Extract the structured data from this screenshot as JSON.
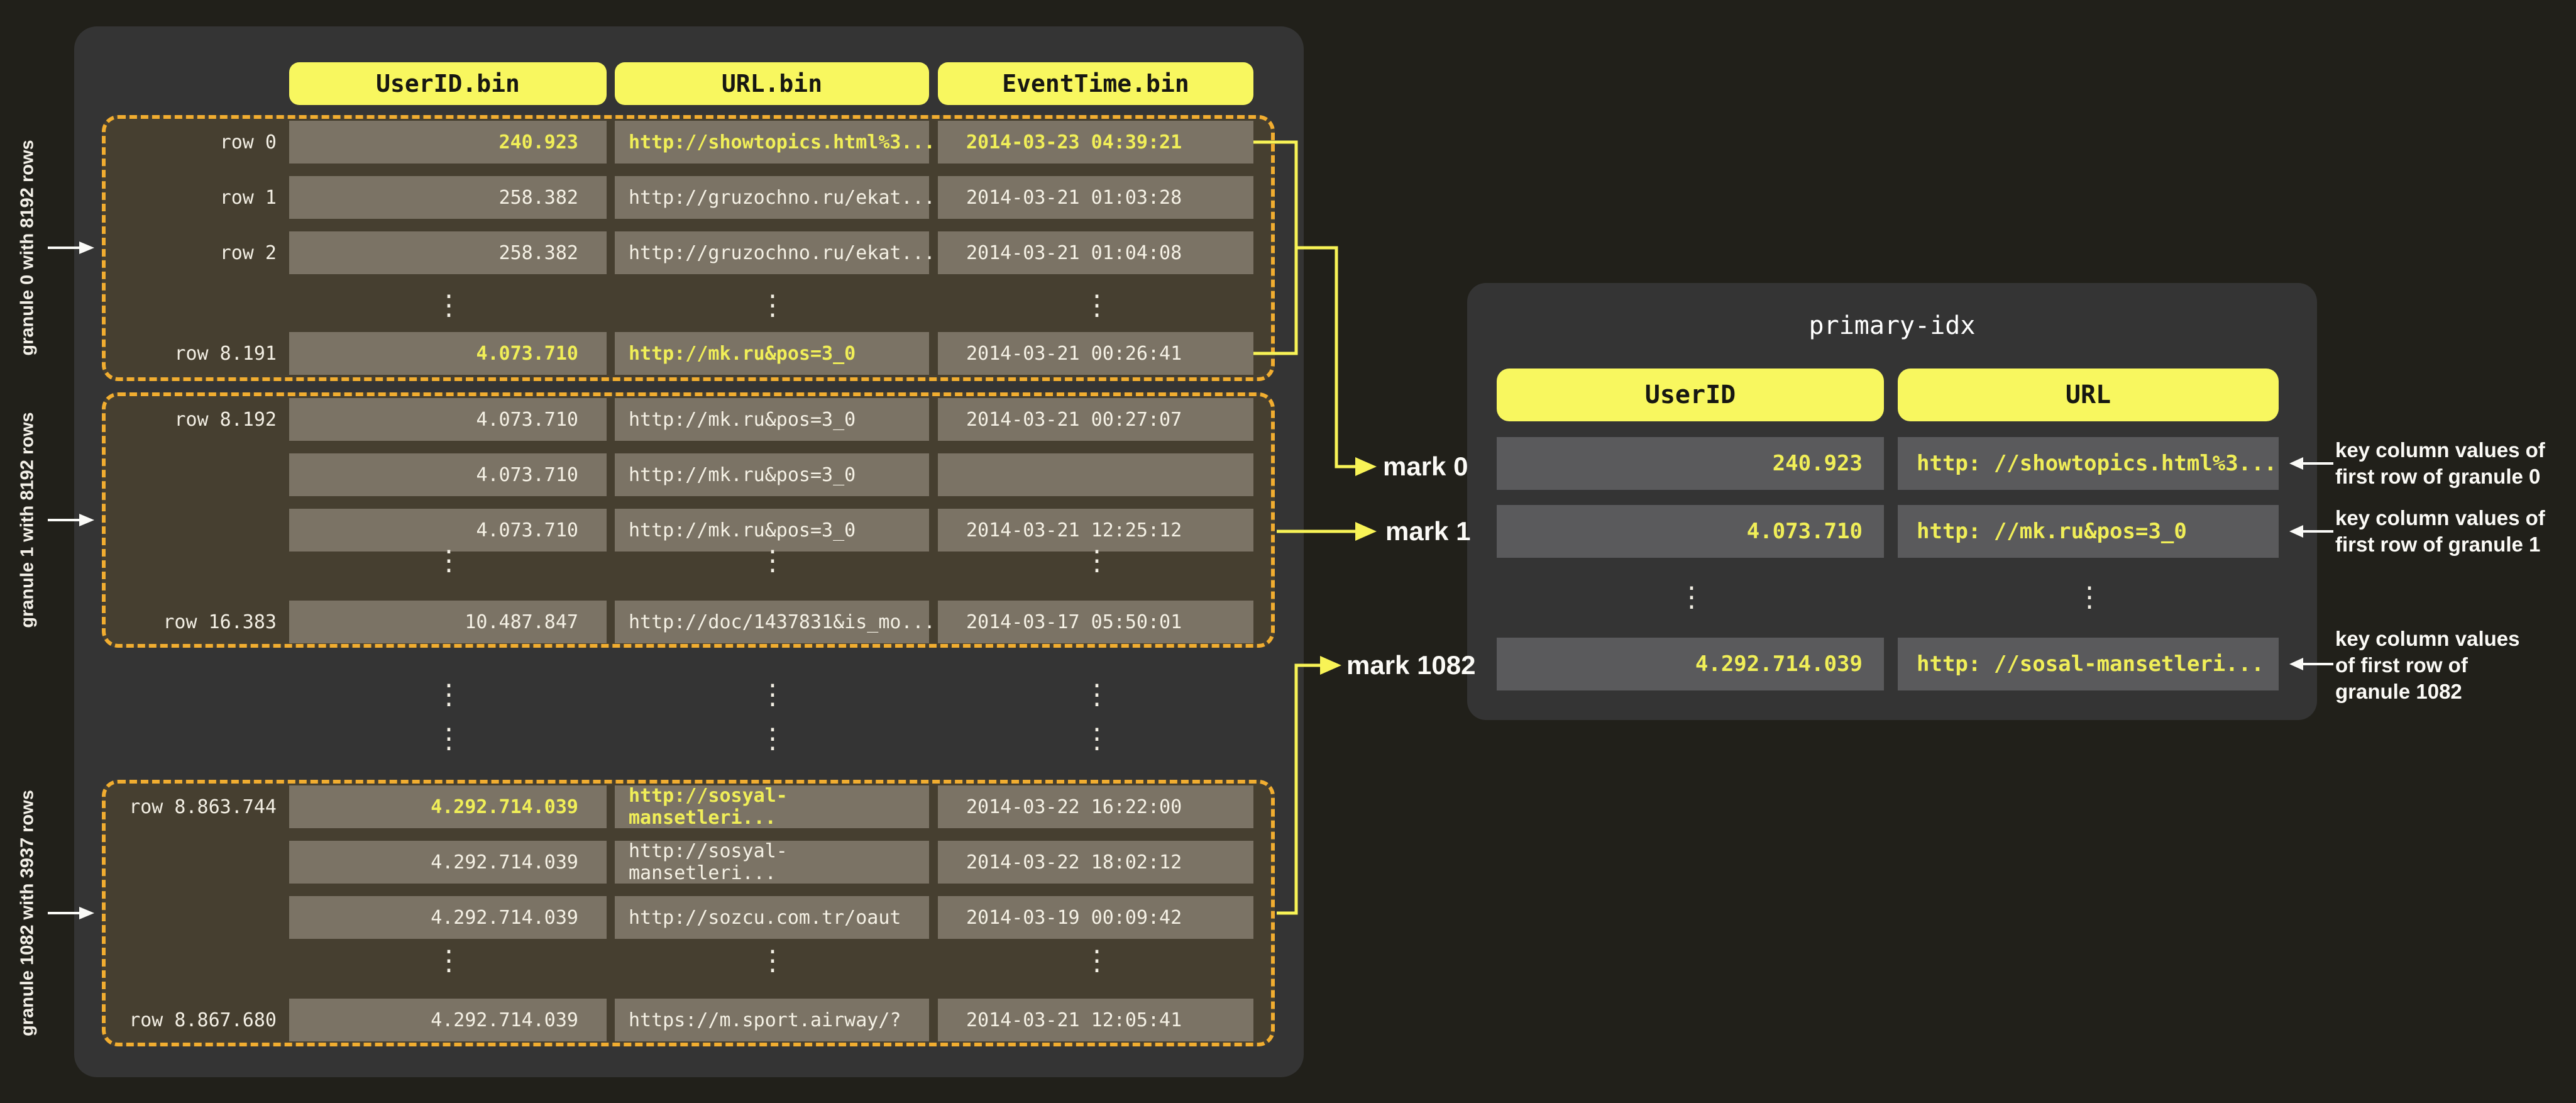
{
  "table": {
    "column_headers": [
      "UserID.bin",
      "URL.bin",
      "EventTime.bin"
    ],
    "granules": [
      {
        "label": "granule 0 with 8192 rows",
        "rows": [
          {
            "row_label": "row 0",
            "user_id": "240.923",
            "url": "http://showtopics.html%3...",
            "event_time": "2014-03-23 04:39:21"
          },
          {
            "row_label": "row 1",
            "user_id": "258.382",
            "url": "http://gruzochno.ru/ekat...",
            "event_time": "2014-03-21 01:03:28"
          },
          {
            "row_label": "row 2",
            "user_id": "258.382",
            "url": "http://gruzochno.ru/ekat...",
            "event_time": "2014-03-21 01:04:08"
          },
          {
            "row_label": "row 8.191",
            "user_id": "4.073.710",
            "url": "http://mk.ru&pos=3_0",
            "event_time": "2014-03-21 00:26:41"
          }
        ]
      },
      {
        "label": "granule 1 with 8192 rows",
        "rows": [
          {
            "row_label": "row 8.192",
            "user_id": "4.073.710",
            "url": "http://mk.ru&pos=3_0",
            "event_time": "2014-03-21 00:27:07"
          },
          {
            "row_label": "",
            "user_id": "4.073.710",
            "url": "http://mk.ru&pos=3_0",
            "event_time": ""
          },
          {
            "row_label": "",
            "user_id": "4.073.710",
            "url": "http://mk.ru&pos=3_0",
            "event_time": "2014-03-21 12:25:12"
          },
          {
            "row_label": "row 16.383",
            "user_id": "10.487.847",
            "url": "http://doc/1437831&is_mo...",
            "event_time": "2014-03-17 05:50:01"
          }
        ]
      },
      {
        "label": "granule 1082 with 3937 rows",
        "rows": [
          {
            "row_label": "row 8.863.744",
            "user_id": "4.292.714.039",
            "url": "http://sosyal-mansetleri...",
            "event_time": "2014-03-22 16:22:00"
          },
          {
            "row_label": "",
            "user_id": "4.292.714.039",
            "url": "http://sosyal-mansetleri...",
            "event_time": "2014-03-22 18:02:12"
          },
          {
            "row_label": "",
            "user_id": "4.292.714.039",
            "url": "http://sozcu.com.tr/oaut",
            "event_time": "2014-03-19 00:09:42"
          },
          {
            "row_label": "row 8.867.680",
            "user_id": "4.292.714.039",
            "url": "https://m.sport.airway/?",
            "event_time": "2014-03-21 12:05:41"
          }
        ]
      }
    ]
  },
  "marks": {
    "mark0": "mark 0",
    "mark1": "mark 1",
    "mark1082": "mark 1082"
  },
  "index_panel": {
    "title": "primary-idx",
    "column_headers": [
      "UserID",
      "URL"
    ],
    "rows": [
      {
        "user_id": "240.923",
        "url": "http: //showtopics.html%3..."
      },
      {
        "user_id": "4.073.710",
        "url": "http: //mk.ru&pos=3_0"
      },
      {
        "user_id": "4.292.714.039",
        "url": "http: //sosal-mansetleri..."
      }
    ]
  },
  "annotations": [
    {
      "lines": [
        "key column values of",
        "first row of granule 0"
      ]
    },
    {
      "lines": [
        "key column values of",
        "first row of granule 1"
      ]
    },
    {
      "lines": [
        "key column values",
        "of first row of",
        "granule 1082"
      ]
    }
  ],
  "glyphs": {
    "vdots": "⋮"
  },
  "colors": {
    "page_bg": "#21201a",
    "panel_bg": "#343434",
    "granule_bg": "#463f30",
    "granule_border": "#f1ad30",
    "cell_bg": "#7b7365",
    "cell_text": "#f5f1e5",
    "highlight_text": "#f0ee58",
    "pill_bg": "#f8f75f",
    "pill_text": "#171712",
    "index_cell_bg": "#5a5a5c",
    "connector_yellow": "#f8f356",
    "white_line": "#fafaf7"
  }
}
